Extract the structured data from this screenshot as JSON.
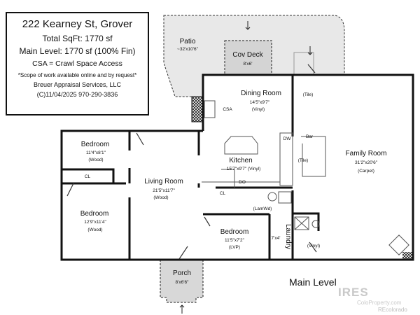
{
  "info": {
    "address": "222 Kearney St, Grover",
    "total": "Total SqFt: 1770 sf",
    "main": "Main Level: 1770 sf (100% Fin)",
    "csa_legend": "CSA = Crawl Space Access",
    "scope": "*Scope of work available online and by request*",
    "company": "Breuer Appraisal Services, LLC",
    "copyright": "(C)11/04/2025   970-290-3836"
  },
  "rooms": {
    "patio": {
      "name": "Patio",
      "dim": "~32'x10'6\""
    },
    "cov_deck": {
      "name": "Cov Deck",
      "dim": "8'x6'"
    },
    "dining": {
      "name": "Dining Room",
      "dim": "14'5\"x9'7\"",
      "floor": "(Vinyl)"
    },
    "tile_entry": {
      "floor": "(Tile)"
    },
    "csa": "CSA",
    "family": {
      "name": "Family Room",
      "dim": "31'2\"x20'6\"",
      "floor": "(Carpet)"
    },
    "bar": "Bar",
    "bar_tile": "(Tile)",
    "dw": "DW",
    "do": "DO",
    "kitchen": {
      "name": "Kitchen",
      "dim": "15'7\"x9'7\" (Vinyl)"
    },
    "bed1": {
      "name": "Bedroom",
      "dim": "11'4\"x8'1\"",
      "floor": "(Wood)"
    },
    "cl1": "CL",
    "bed2": {
      "name": "Bedroom",
      "dim": "12'9\"x11'4\"",
      "floor": "(Wood)"
    },
    "living": {
      "name": "Living Room",
      "dim": "21'5\"x11'7\"",
      "floor": "(Wood)"
    },
    "cl2": "CL",
    "bath1": "(LamWd)",
    "bed3": {
      "name": "Bedroom",
      "dim": "11'5\"x7'2\"",
      "floor": "(LVP)"
    },
    "laundry": {
      "name": "Laundry",
      "dim": "7'x4'"
    },
    "bath2": "(Vinyl)",
    "porch": {
      "name": "Porch",
      "dim": "8'x6'6\""
    }
  },
  "level_label": "Main Level",
  "watermark": {
    "brand": "IRES",
    "site": "ColoProperty.com",
    "partner": "REcolorado"
  }
}
